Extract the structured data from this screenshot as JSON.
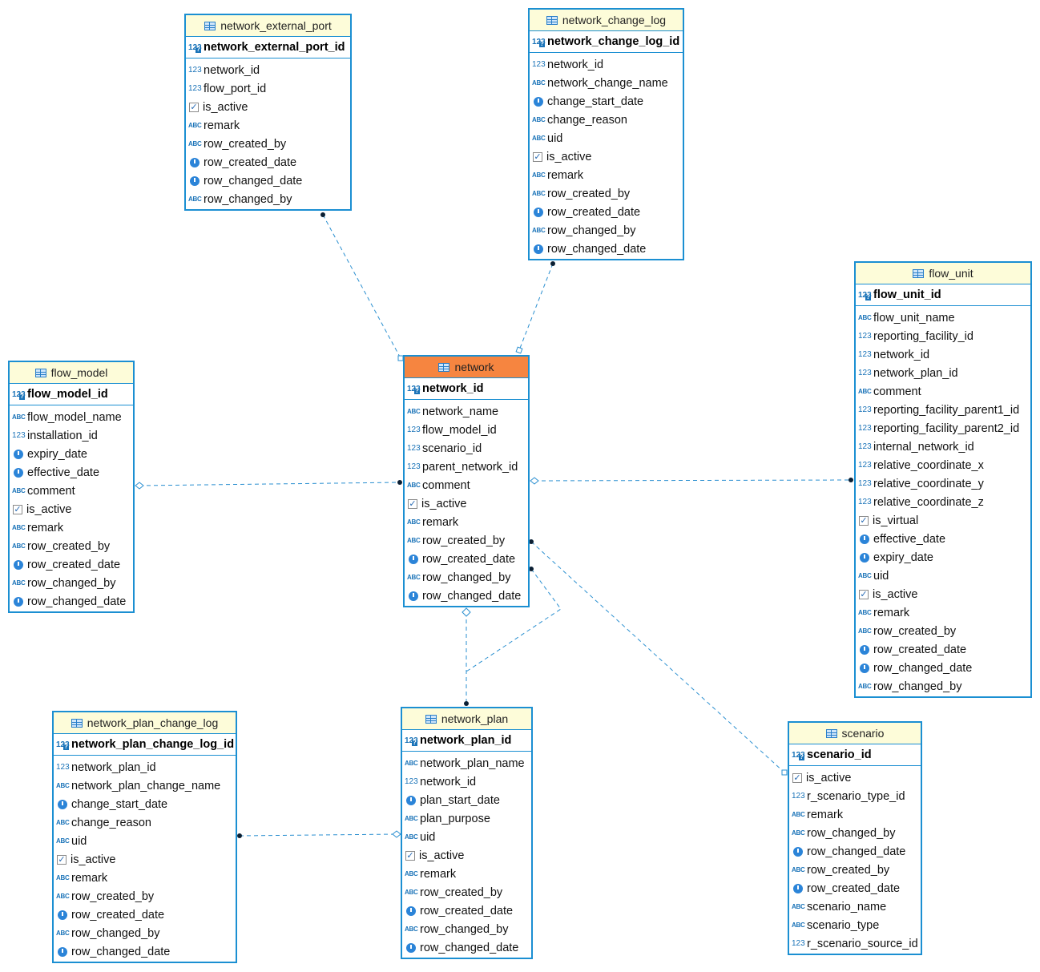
{
  "entities": [
    {
      "id": "network_external_port",
      "name": "network_external_port",
      "pk": "network_external_port_id",
      "columns": [
        {
          "name": "network_id",
          "type": "num"
        },
        {
          "name": "flow_port_id",
          "type": "num"
        },
        {
          "name": "is_active",
          "type": "bool"
        },
        {
          "name": "remark",
          "type": "text"
        },
        {
          "name": "row_created_by",
          "type": "text"
        },
        {
          "name": "row_created_date",
          "type": "date"
        },
        {
          "name": "row_changed_date",
          "type": "date"
        },
        {
          "name": "row_changed_by",
          "type": "text"
        }
      ]
    },
    {
      "id": "network_change_log",
      "name": "network_change_log",
      "pk": "network_change_log_id",
      "columns": [
        {
          "name": "network_id",
          "type": "num"
        },
        {
          "name": "network_change_name",
          "type": "text"
        },
        {
          "name": "change_start_date",
          "type": "date"
        },
        {
          "name": "change_reason",
          "type": "text"
        },
        {
          "name": "uid",
          "type": "text"
        },
        {
          "name": "is_active",
          "type": "bool"
        },
        {
          "name": "remark",
          "type": "text"
        },
        {
          "name": "row_created_by",
          "type": "text"
        },
        {
          "name": "row_created_date",
          "type": "date"
        },
        {
          "name": "row_changed_by",
          "type": "text"
        },
        {
          "name": "row_changed_date",
          "type": "date"
        }
      ]
    },
    {
      "id": "flow_unit",
      "name": "flow_unit",
      "pk": "flow_unit_id",
      "columns": [
        {
          "name": "flow_unit_name",
          "type": "text"
        },
        {
          "name": "reporting_facility_id",
          "type": "num"
        },
        {
          "name": "network_id",
          "type": "num"
        },
        {
          "name": "network_plan_id",
          "type": "num"
        },
        {
          "name": "comment",
          "type": "text"
        },
        {
          "name": "reporting_facility_parent1_id",
          "type": "num"
        },
        {
          "name": "reporting_facility_parent2_id",
          "type": "num"
        },
        {
          "name": "internal_network_id",
          "type": "num"
        },
        {
          "name": "relative_coordinate_x",
          "type": "num"
        },
        {
          "name": "relative_coordinate_y",
          "type": "num"
        },
        {
          "name": "relative_coordinate_z",
          "type": "num"
        },
        {
          "name": "is_virtual",
          "type": "bool"
        },
        {
          "name": "effective_date",
          "type": "date"
        },
        {
          "name": "expiry_date",
          "type": "date"
        },
        {
          "name": "uid",
          "type": "text"
        },
        {
          "name": "is_active",
          "type": "bool"
        },
        {
          "name": "remark",
          "type": "text"
        },
        {
          "name": "row_created_by",
          "type": "text"
        },
        {
          "name": "row_created_date",
          "type": "date"
        },
        {
          "name": "row_changed_date",
          "type": "date"
        },
        {
          "name": "row_changed_by",
          "type": "text"
        }
      ]
    },
    {
      "id": "flow_model",
      "name": "flow_model",
      "pk": "flow_model_id",
      "columns": [
        {
          "name": "flow_model_name",
          "type": "text"
        },
        {
          "name": "installation_id",
          "type": "num"
        },
        {
          "name": "expiry_date",
          "type": "date"
        },
        {
          "name": "effective_date",
          "type": "date"
        },
        {
          "name": "comment",
          "type": "text"
        },
        {
          "name": "is_active",
          "type": "bool"
        },
        {
          "name": "remark",
          "type": "text"
        },
        {
          "name": "row_created_by",
          "type": "text"
        },
        {
          "name": "row_created_date",
          "type": "date"
        },
        {
          "name": "row_changed_by",
          "type": "text"
        },
        {
          "name": "row_changed_date",
          "type": "date"
        }
      ]
    },
    {
      "id": "network",
      "name": "network",
      "pk": "network_id",
      "main": true,
      "columns": [
        {
          "name": "network_name",
          "type": "text"
        },
        {
          "name": "flow_model_id",
          "type": "num"
        },
        {
          "name": "scenario_id",
          "type": "num"
        },
        {
          "name": "parent_network_id",
          "type": "num"
        },
        {
          "name": "comment",
          "type": "text"
        },
        {
          "name": "is_active",
          "type": "bool"
        },
        {
          "name": "remark",
          "type": "text"
        },
        {
          "name": "row_created_by",
          "type": "text"
        },
        {
          "name": "row_created_date",
          "type": "date"
        },
        {
          "name": "row_changed_by",
          "type": "text"
        },
        {
          "name": "row_changed_date",
          "type": "date"
        }
      ]
    },
    {
      "id": "network_plan_change_log",
      "name": "network_plan_change_log",
      "pk": "network_plan_change_log_id",
      "columns": [
        {
          "name": "network_plan_id",
          "type": "num"
        },
        {
          "name": "network_plan_change_name",
          "type": "text"
        },
        {
          "name": "change_start_date",
          "type": "date"
        },
        {
          "name": "change_reason",
          "type": "text"
        },
        {
          "name": "uid",
          "type": "text"
        },
        {
          "name": "is_active",
          "type": "bool"
        },
        {
          "name": "remark",
          "type": "text"
        },
        {
          "name": "row_created_by",
          "type": "text"
        },
        {
          "name": "row_created_date",
          "type": "date"
        },
        {
          "name": "row_changed_by",
          "type": "text"
        },
        {
          "name": "row_changed_date",
          "type": "date"
        }
      ]
    },
    {
      "id": "network_plan",
      "name": "network_plan",
      "pk": "network_plan_id",
      "columns": [
        {
          "name": "network_plan_name",
          "type": "text"
        },
        {
          "name": "network_id",
          "type": "num"
        },
        {
          "name": "plan_start_date",
          "type": "date"
        },
        {
          "name": "plan_purpose",
          "type": "text"
        },
        {
          "name": "uid",
          "type": "text"
        },
        {
          "name": "is_active",
          "type": "bool"
        },
        {
          "name": "remark",
          "type": "text"
        },
        {
          "name": "row_created_by",
          "type": "text"
        },
        {
          "name": "row_created_date",
          "type": "date"
        },
        {
          "name": "row_changed_by",
          "type": "text"
        },
        {
          "name": "row_changed_date",
          "type": "date"
        }
      ]
    },
    {
      "id": "scenario",
      "name": "scenario",
      "pk": "scenario_id",
      "columns": [
        {
          "name": "is_active",
          "type": "bool"
        },
        {
          "name": "r_scenario_type_id",
          "type": "num"
        },
        {
          "name": "remark",
          "type": "text"
        },
        {
          "name": "row_changed_by",
          "type": "text"
        },
        {
          "name": "row_changed_date",
          "type": "date"
        },
        {
          "name": "row_created_by",
          "type": "text"
        },
        {
          "name": "row_created_date",
          "type": "date"
        },
        {
          "name": "scenario_name",
          "type": "text"
        },
        {
          "name": "scenario_type",
          "type": "text"
        },
        {
          "name": "r_scenario_source_id",
          "type": "num"
        }
      ]
    }
  ],
  "colors": {
    "border": "#1b8fd2",
    "header": "#fdfcd9",
    "header_main": "#f68540",
    "link": "#2a8fd0"
  }
}
